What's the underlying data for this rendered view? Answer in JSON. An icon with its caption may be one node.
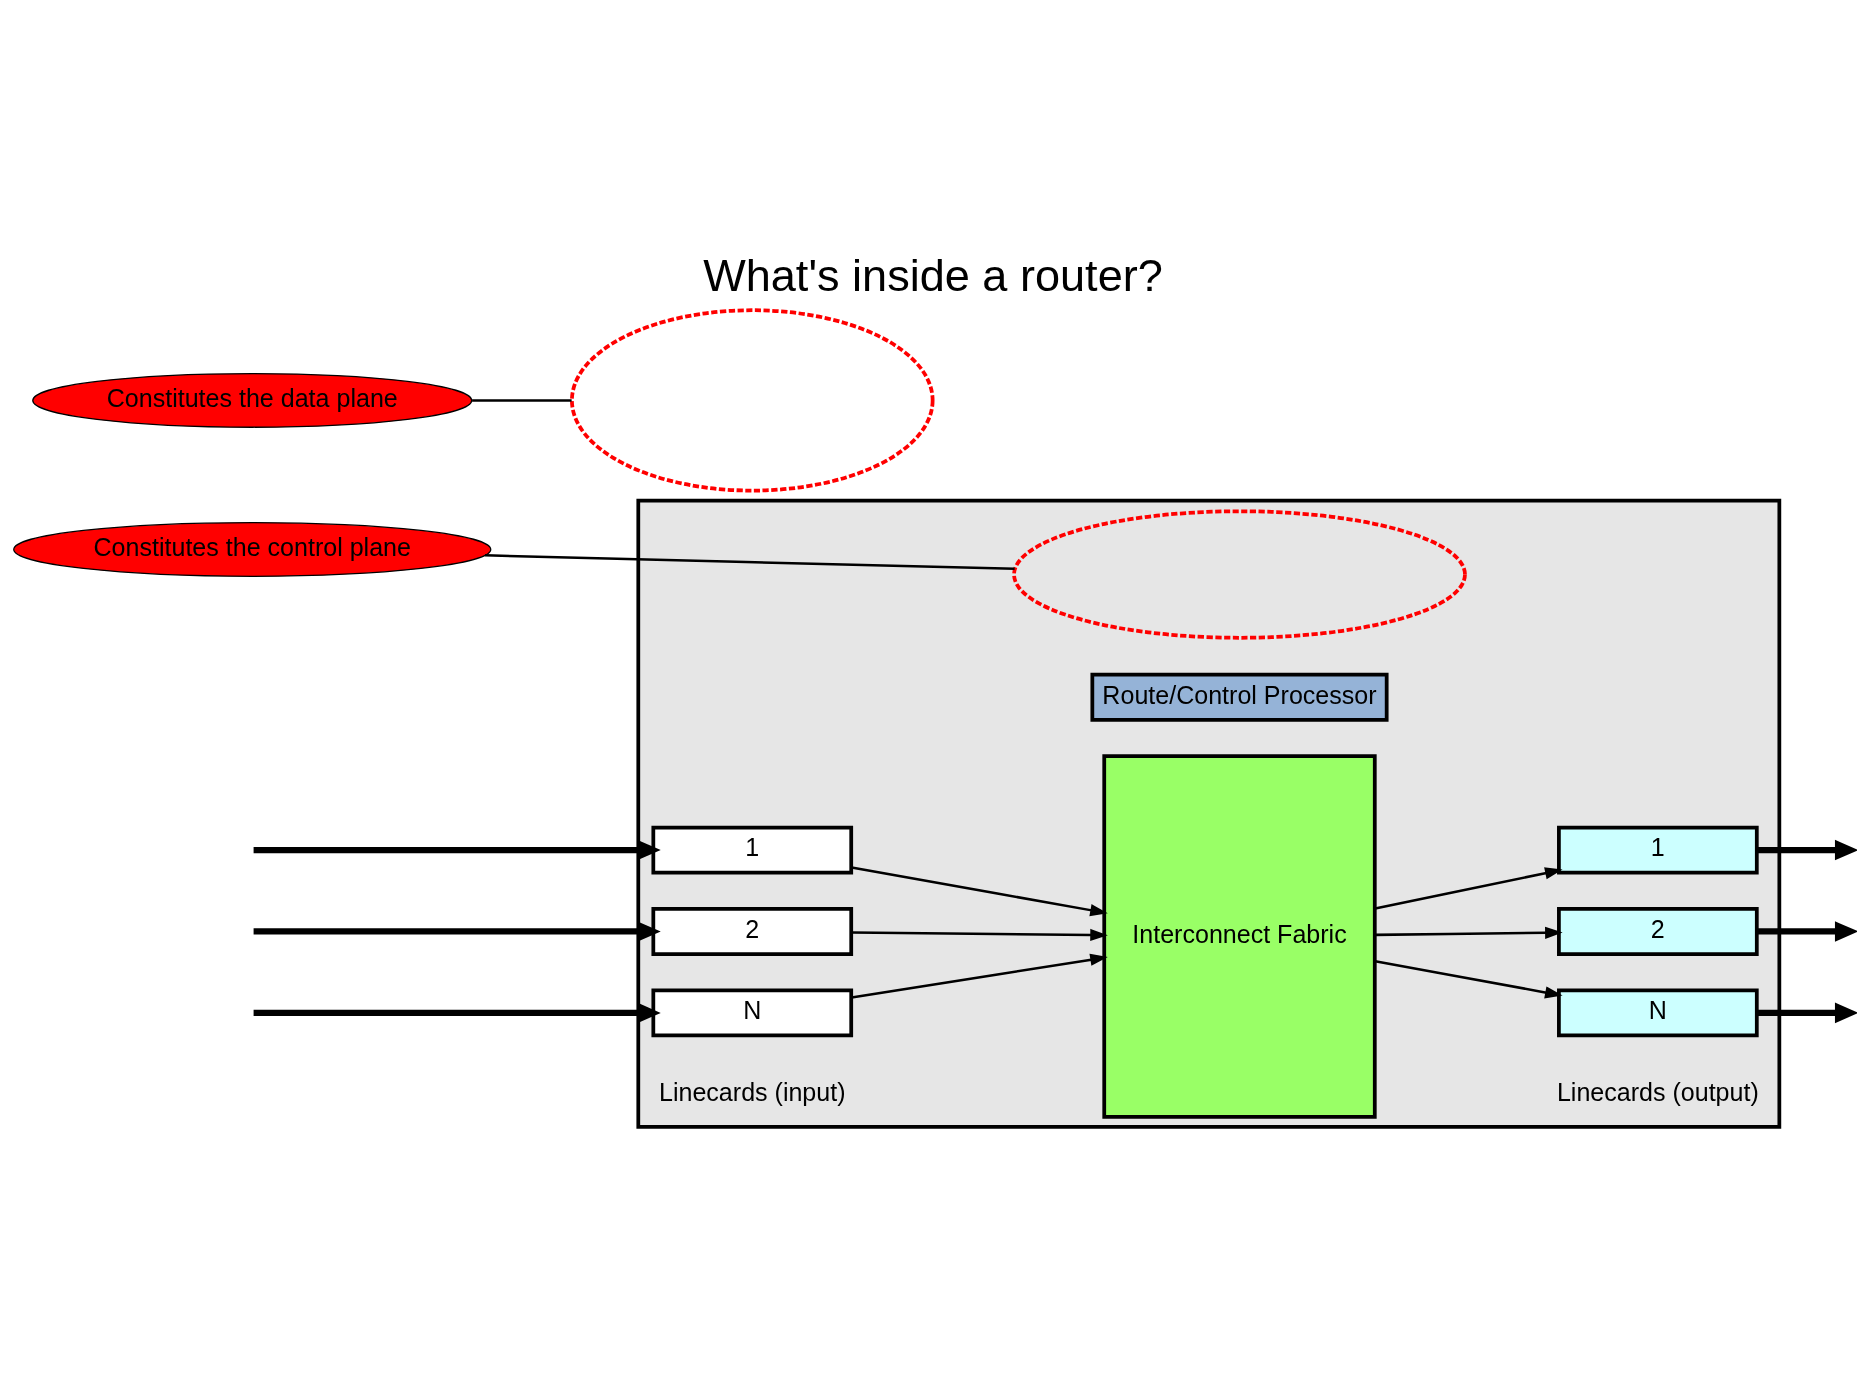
{
  "diagram": {
    "title": "What's inside a router?",
    "nodes": [
      {
        "text": [
          "Constitutes the control plane"
        ]
      },
      {
        "text": [],
        "shape": "box"
      },
      {
        "text": [],
        "shape": "ellipse",
        "in": 1
      },
      {
        "text": [
          "Route/Control Processor"
        ],
        "in": 1
      },
      {
        "text": [
          "Constitutes the data plane"
        ]
      },
      {
        "text": [],
        "shape": "ellipse"
      },
      {
        "text": [
          "1"
        ],
        "in": 1
      },
      {
        "text": [
          "2"
        ],
        "in": 1
      },
      {
        "text": [
          "N"
        ],
        "in": 1
      },
      {
        "text": [
          "Interconnect Fabric"
        ],
        "in": 1
      },
      {
        "text": [
          "1"
        ],
        "in": 1
      },
      {
        "text": [
          "2"
        ],
        "in": 1
      },
      {
        "text": [
          "N"
        ],
        "in": 1
      }
    ],
    "edges": [
      {
        "from": 0,
        "to": 2,
        "arrow": "none",
        "color": "#000000"
      },
      {
        "from": 4,
        "to": 5,
        "arrow": "none",
        "color": "#000000"
      },
      {
        "from": null,
        "to": 6,
        "arrow": "to",
        "style": "thick"
      },
      {
        "from": null,
        "to": 7,
        "arrow": "to",
        "style": "thick"
      },
      {
        "from": null,
        "to": 8,
        "arrow": "to",
        "style": "thick"
      },
      {
        "from": 6,
        "to": 9,
        "arrow": "to"
      },
      {
        "from": 7,
        "to": 9,
        "arrow": "to"
      },
      {
        "from": 8,
        "to": 9,
        "arrow": "to"
      },
      {
        "from": 9,
        "to": 10,
        "arrow": "to"
      },
      {
        "from": 9,
        "to": 11,
        "arrow": "to"
      },
      {
        "from": 9,
        "to": 12,
        "arrow": "to"
      },
      {
        "from": 10,
        "to": null,
        "arrow": "to",
        "style": "thick"
      },
      {
        "from": 11,
        "to": null,
        "arrow": "to",
        "style": "thick"
      },
      {
        "from": 12,
        "to": null,
        "arrow": "to",
        "style": "thick"
      }
    ],
    "labels": [
      "Linecards (input)",
      "Linecards (output)"
    ]
  }
}
